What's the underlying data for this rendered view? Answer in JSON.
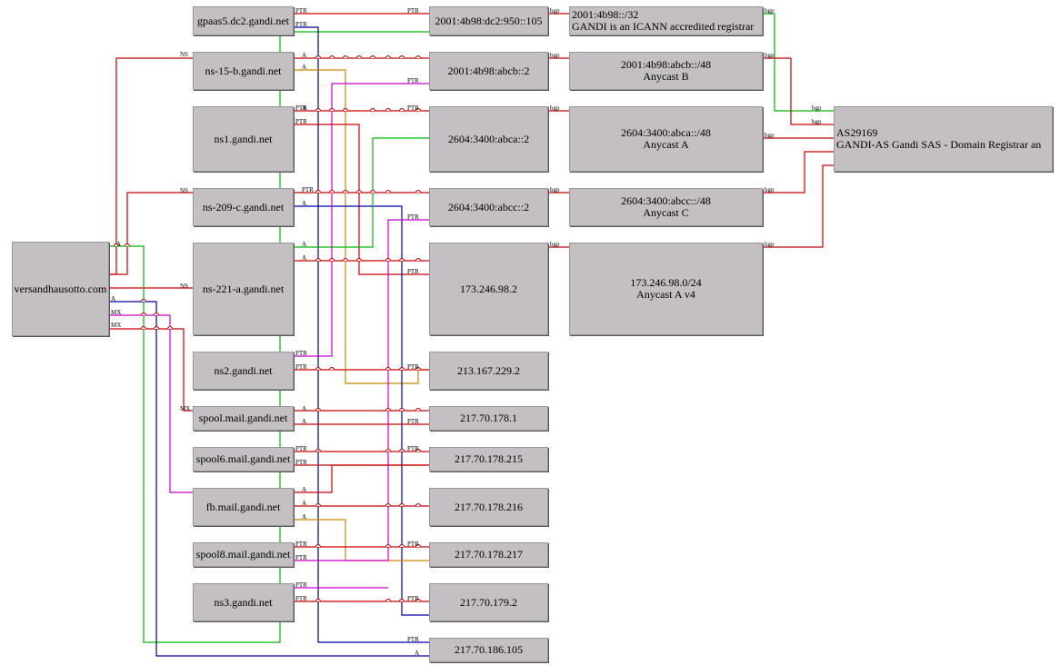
{
  "colors": {
    "red": "#cc0000",
    "green": "#00bb00",
    "blue": "#0000aa",
    "magenta": "#cc00cc",
    "orange": "#cc8800"
  },
  "nodes": [
    {
      "id": "versand",
      "lines": [
        "versandhausotto.com"
      ]
    },
    {
      "id": "gpaas5",
      "lines": [
        "gpaas5.dc2.gandi.net"
      ]
    },
    {
      "id": "ns15b",
      "lines": [
        "ns-15-b.gandi.net"
      ]
    },
    {
      "id": "ns1",
      "lines": [
        "ns1.gandi.net"
      ]
    },
    {
      "id": "ns209c",
      "lines": [
        "ns-209-c.gandi.net"
      ]
    },
    {
      "id": "ns221a",
      "lines": [
        "ns-221-a.gandi.net"
      ]
    },
    {
      "id": "ns2",
      "lines": [
        "ns2.gandi.net"
      ]
    },
    {
      "id": "spool",
      "lines": [
        "spool.mail.gandi.net"
      ]
    },
    {
      "id": "spool6",
      "lines": [
        "spool6.mail.gandi.net"
      ]
    },
    {
      "id": "fb",
      "lines": [
        "fb.mail.gandi.net"
      ]
    },
    {
      "id": "spool8",
      "lines": [
        "spool8.mail.gandi.net"
      ]
    },
    {
      "id": "ns3",
      "lines": [
        "ns3.gandi.net"
      ]
    },
    {
      "id": "ip_dc2",
      "lines": [
        "2001:4b98:dc2:950::105"
      ]
    },
    {
      "id": "ip_abcb",
      "lines": [
        "2001:4b98:abcb::2"
      ]
    },
    {
      "id": "ip_abca",
      "lines": [
        "2604:3400:abca::2"
      ]
    },
    {
      "id": "ip_abcc",
      "lines": [
        "2604:3400:abcc::2"
      ]
    },
    {
      "id": "ip_173",
      "lines": [
        "173.246.98.2"
      ]
    },
    {
      "id": "ip_213",
      "lines": [
        "213.167.229.2"
      ]
    },
    {
      "id": "ip_1781",
      "lines": [
        "217.70.178.1"
      ]
    },
    {
      "id": "ip_178215",
      "lines": [
        "217.70.178.215"
      ]
    },
    {
      "id": "ip_178216",
      "lines": [
        "217.70.178.216"
      ]
    },
    {
      "id": "ip_178217",
      "lines": [
        "217.70.178.217"
      ]
    },
    {
      "id": "ip_1792",
      "lines": [
        "217.70.179.2"
      ]
    },
    {
      "id": "ip_186105",
      "lines": [
        "217.70.186.105"
      ]
    },
    {
      "id": "net_32",
      "lines": [
        "2001:4b98::/32",
        "GANDI is an ICANN accredited registrar"
      ]
    },
    {
      "id": "net_abcb",
      "lines": [
        "2001:4b98:abcb::/48",
        "Anycast B"
      ]
    },
    {
      "id": "net_abca",
      "lines": [
        "2604:3400:abca::/48",
        "Anycast A"
      ]
    },
    {
      "id": "net_abcc",
      "lines": [
        "2604:3400:abcc::/48",
        "Anycast C"
      ]
    },
    {
      "id": "net_173",
      "lines": [
        "173.246.98.0/24",
        "Anycast A v4"
      ]
    },
    {
      "id": "as29169",
      "lines": [
        "AS29169",
        "GANDI-AS Gandi SAS - Domain Registrar an"
      ]
    }
  ],
  "edges": [
    {
      "label": "NS",
      "color": "red"
    },
    {
      "label": "NS",
      "color": "red"
    },
    {
      "label": "NS",
      "color": "red"
    },
    {
      "label": "A",
      "color": "green"
    },
    {
      "label": "A",
      "color": "blue"
    },
    {
      "label": "MX",
      "color": "magenta"
    },
    {
      "label": "MX",
      "color": "red"
    },
    {
      "label": "PTR",
      "color": "red"
    },
    {
      "label": "PTR",
      "color": "blue"
    },
    {
      "label": "A",
      "color": "red"
    },
    {
      "label": "A",
      "color": "orange"
    },
    {
      "label": "PTR",
      "color": "red"
    },
    {
      "label": "PTR",
      "color": "red"
    },
    {
      "label": "A",
      "color": "red"
    },
    {
      "label": "A",
      "color": "blue"
    },
    {
      "label": "A",
      "color": "green"
    },
    {
      "label": "A",
      "color": "red"
    },
    {
      "label": "PTR",
      "color": "magenta"
    },
    {
      "label": "PTR",
      "color": "red"
    },
    {
      "label": "A",
      "color": "red"
    },
    {
      "label": "PTR",
      "color": "red"
    },
    {
      "label": "PTR",
      "color": "red"
    },
    {
      "label": "A",
      "color": "red"
    },
    {
      "label": "A",
      "color": "red"
    },
    {
      "label": "A",
      "color": "orange"
    },
    {
      "label": "PTR",
      "color": "red"
    },
    {
      "label": "PTR",
      "color": "magenta"
    },
    {
      "label": "PTR",
      "color": "red"
    },
    {
      "label": "PTR",
      "color": "red"
    },
    {
      "label": "A",
      "color": "blue"
    },
    {
      "label": "bgp",
      "color": "red"
    },
    {
      "label": "bgp",
      "color": "green"
    }
  ],
  "edge_tags": [
    "NS",
    "NS",
    "NS",
    "NS",
    "NS",
    "NS",
    "A",
    "A",
    "MX",
    "MX",
    "A",
    "PTR",
    "PTR",
    "A",
    "A",
    "A",
    "PTR",
    "PTR",
    "PTR",
    "NS",
    "A",
    "A",
    "A",
    "A",
    "PTR",
    "PTR",
    "PTR",
    "PTR",
    "MX",
    "A",
    "A",
    "PTR",
    "PTR",
    "A",
    "A",
    "A",
    "PTR",
    "PTR",
    "PTR",
    "PTR",
    "PTR",
    "PTR",
    "PTR",
    "PTR",
    "PTR",
    "PTR",
    "PTR",
    "PTR",
    "PTR",
    "PTR",
    "A",
    "PTR",
    "PTR",
    "PTR",
    "bgp",
    "bgp",
    "bgp",
    "bgp",
    "bgp",
    "bgp",
    "bgp",
    "bgp",
    "bgp",
    "bgp",
    "bgp",
    "bgp"
  ]
}
